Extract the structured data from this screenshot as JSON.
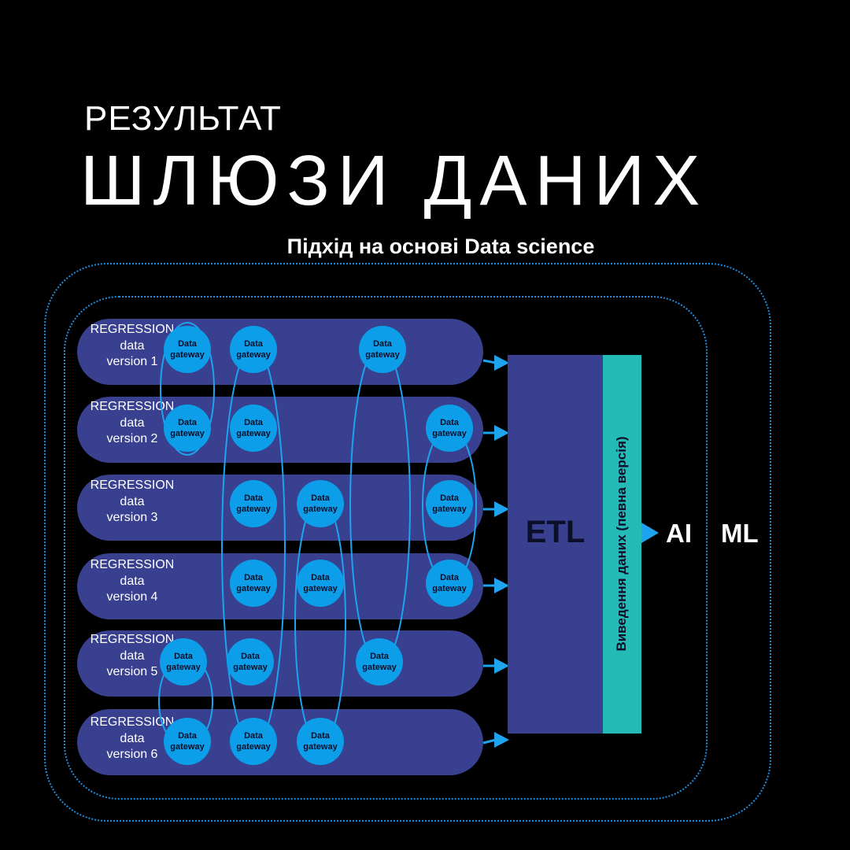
{
  "header": {
    "kicker": "РЕЗУЛЬТАТ",
    "title": "ШЛЮЗИ ДАНИХ",
    "subtitle": "Підхід на основі Data science"
  },
  "rows": [
    {
      "line1": "REGRESSION",
      "line2": "data",
      "line3": "version 1"
    },
    {
      "line1": "REGRESSION",
      "line2": "data",
      "line3": "version 2"
    },
    {
      "line1": "REGRESSION",
      "line2": "data",
      "line3": "version 3"
    },
    {
      "line1": "REGRESSION",
      "line2": "data",
      "line3": "version 4"
    },
    {
      "line1": "REGRESSION",
      "line2": "data",
      "line3": "version 5"
    },
    {
      "line1": "REGRESSION",
      "line2": "data",
      "line3": "version 6"
    }
  ],
  "gateway": {
    "line1": "Data",
    "line2": "gateway"
  },
  "etl": {
    "label": "ETL"
  },
  "ingestion": {
    "label": "Виведення даних (певна версія)"
  },
  "outputs": {
    "ai": "AI",
    "ml": "ML"
  },
  "colors": {
    "background": "#000000",
    "row_fill": "#38408f",
    "gateway_fill": "#0c9ee8",
    "link_stroke": "#1ea3ee",
    "ingestion_fill": "#24bbb6",
    "frame_stroke": "#1e8fe0"
  }
}
